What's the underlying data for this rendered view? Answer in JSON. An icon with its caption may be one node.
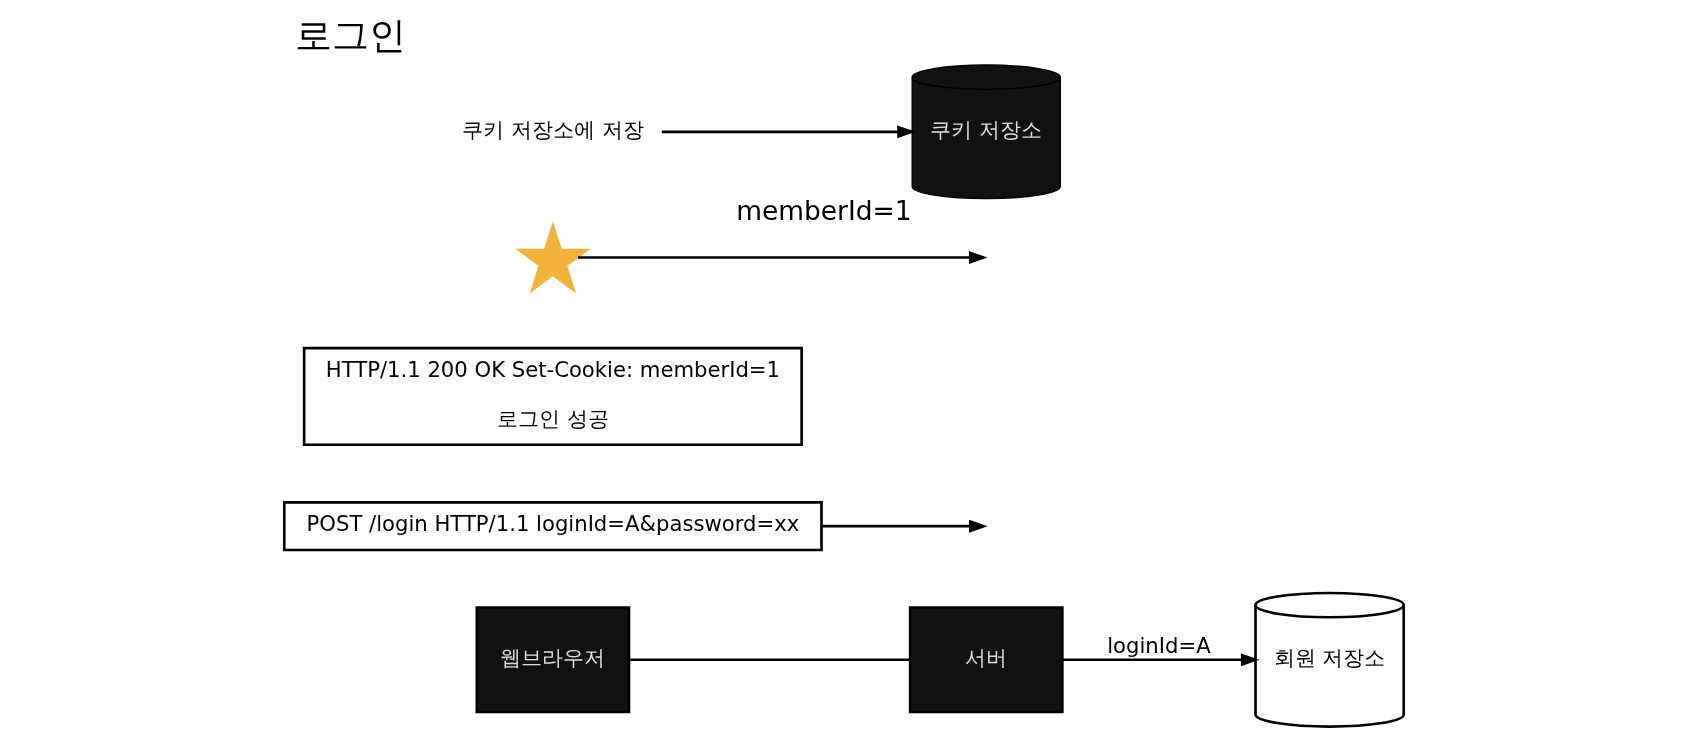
{
  "diagram": {
    "title": "로그인",
    "nodes": [
      {
        "text": [
          "웹브라우저"
        ]
      },
      {
        "text": [
          "서버"
        ]
      },
      {
        "text": [
          "POST /login HTTP/1.1 loginId=A&password=xx"
        ]
      },
      {
        "text": [
          "HTTP/1.1 200 OK Set-Cookie: memberId=1",
          "로그인 성공"
        ]
      },
      {
        "text": [],
        "shape": "star"
      },
      {
        "text": [
          "쿠키 저장소"
        ],
        "beside": [
          "memberId=1"
        ]
      },
      {
        "text": [
          "회원 저장소"
        ]
      },
      {
        "text": [
          "쿠키 저장소에 저장"
        ]
      }
    ],
    "edges": [
      {
        "from": 0,
        "to": 1,
        "arrow": "none"
      },
      {
        "from": 2,
        "to": null,
        "arrow": "to"
      },
      {
        "from": 4,
        "to": null,
        "arrow": "to"
      },
      {
        "from": 1,
        "to": 6,
        "arrow": "to",
        "label": "loginId=A"
      },
      {
        "from": 7,
        "to": 5,
        "arrow": "to"
      }
    ]
  }
}
